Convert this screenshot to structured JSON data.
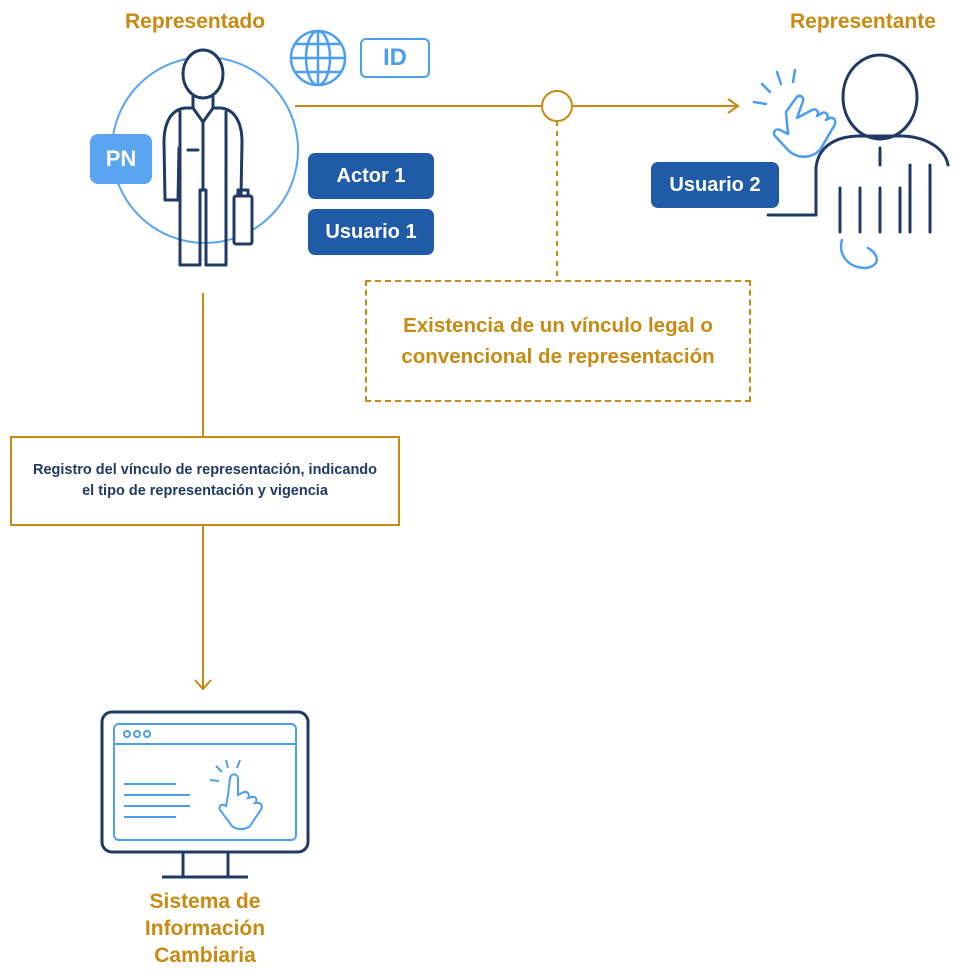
{
  "representado": {
    "title": "Representado",
    "badge": "PN"
  },
  "representante": {
    "title": "Representante"
  },
  "id_badge": "ID",
  "actor_label": "Actor 1",
  "usuario1_label": "Usuario 1",
  "usuario2_label": "Usuario 2",
  "legal_box": "Existencia de un vínculo legal o convencional de representación",
  "registro_box": "Registro del vínculo de representación, indicando el tipo de representación y vigencia",
  "sistema": {
    "title": "Sistema de Información Cambiaria"
  },
  "colors": {
    "accent_gold": "#c88a12",
    "navy": "#1f3a63",
    "light_blue": "#5aa5f2",
    "pill_blue": "#1f5ba6"
  }
}
